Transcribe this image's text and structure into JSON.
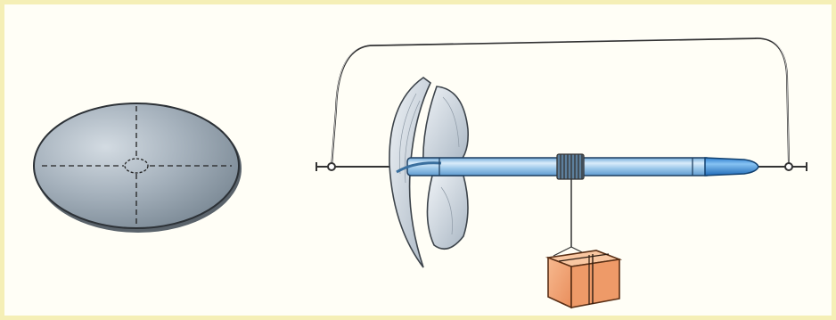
{
  "figure": {
    "background": "#fffef6",
    "border_color": "#f5efb6",
    "parts": {
      "oval_card": {
        "icon": "elliptical-card-with-dashed-cross-and-center-hole",
        "fill": "#8f9da9"
      },
      "wire_frame": {
        "icon": "rectangular-wire-frame",
        "stroke": "#333333"
      },
      "propeller": {
        "icon": "cut-card-propeller",
        "fill": "#c9d2dc"
      },
      "tube": {
        "icon": "blue-glass-tube",
        "fill": "#9cc8ea",
        "tip_fill": "#3a8fd6"
      },
      "string_coil": {
        "icon": "wound-string-coil",
        "stroke": "#444444"
      },
      "weight_box": {
        "icon": "tied-box-weight",
        "fill": "#f3a677"
      }
    }
  }
}
